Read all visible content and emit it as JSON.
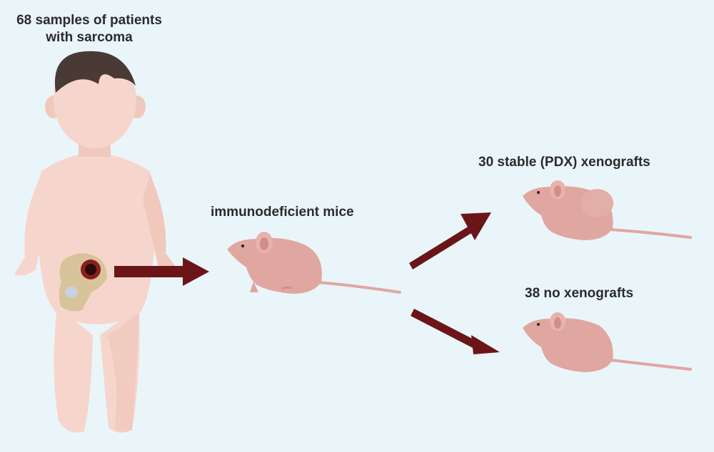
{
  "labels": {
    "patients": "68 samples of patients with sarcoma",
    "patients_line1": "68 samples of patients",
    "patients_line2": "with sarcoma",
    "mice": "immunodeficient mice",
    "stable": "30 stable (PDX) xenografts",
    "none": "38 no xenografts"
  },
  "colors": {
    "background": "#eaf5fa",
    "arrow": "#6b1518",
    "skin": "#f6d6cc",
    "skin_shadow": "#efc3b8",
    "hair": "#4a3a36",
    "mouse": "#e0a7a0",
    "mouse_shadow": "#cf8f88",
    "bone": "#d8c49a",
    "tumor": "#8a1e22"
  },
  "icons": {
    "child": "child-figure-icon",
    "pelvis": "pelvis-tumor-icon",
    "mouse": "nude-mouse-icon",
    "tumor_mouse": "mouse-with-xenograft-icon",
    "arrow": "arrow-icon"
  }
}
